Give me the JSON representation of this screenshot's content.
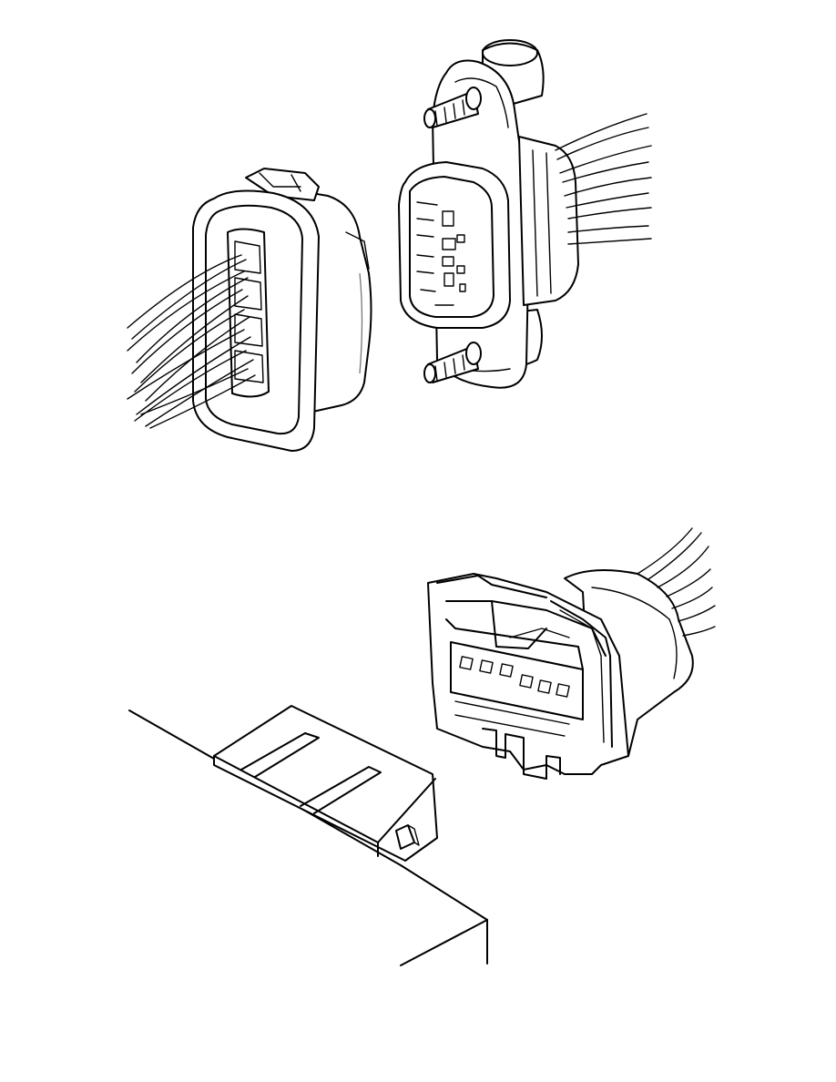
{
  "figure": {
    "background": "#ffffff",
    "stroke_color": "#000000",
    "components": [
      {
        "name": "harness-connector-multipin"
      },
      {
        "name": "flanged-socket-connector"
      },
      {
        "name": "six-pin-connector"
      },
      {
        "name": "control-module-housing"
      }
    ]
  }
}
